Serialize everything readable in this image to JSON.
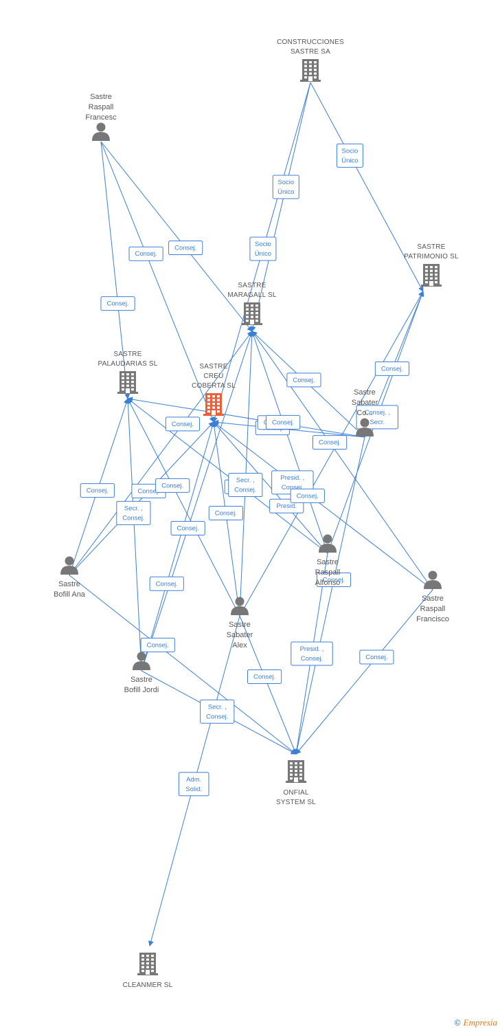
{
  "nodes": [
    {
      "id": "construcciones",
      "kind": "company",
      "lines": [
        "CONSTRUCCIONES",
        "SASTRE SA"
      ],
      "highlight": false
    },
    {
      "id": "patrimonio",
      "kind": "company",
      "lines": [
        "SASTRE",
        "PATRIMONIO SL"
      ],
      "highlight": false
    },
    {
      "id": "maragall",
      "kind": "company",
      "lines": [
        "SASTRE",
        "MARAGALL SL"
      ],
      "highlight": false
    },
    {
      "id": "palaudarias",
      "kind": "company",
      "lines": [
        "SASTRE",
        "PALAUDARIAS SL"
      ],
      "highlight": false
    },
    {
      "id": "creu",
      "kind": "company",
      "lines": [
        "SASTRE",
        "CREU",
        "COBERTA SL"
      ],
      "highlight": true
    },
    {
      "id": "onfial",
      "kind": "company",
      "lines": [
        "ONFIAL",
        "SYSTEM SL"
      ],
      "highlight": false
    },
    {
      "id": "cleanmer",
      "kind": "company",
      "lines": [
        "CLEANMER SL"
      ],
      "highlight": false
    },
    {
      "id": "francesc",
      "kind": "person",
      "lines": [
        "Sastre",
        "Raspall",
        "Francesc"
      ]
    },
    {
      "id": "sabater_co",
      "kind": "person",
      "lines": [
        "Sastre",
        "Sabater",
        "Co..."
      ]
    },
    {
      "id": "alfonso",
      "kind": "person",
      "lines": [
        "Sastre",
        "Raspall",
        "Alfonso"
      ]
    },
    {
      "id": "francisco",
      "kind": "person",
      "lines": [
        "Sastre",
        "Raspall",
        "Francisco"
      ]
    },
    {
      "id": "ana",
      "kind": "person",
      "lines": [
        "Sastre",
        "Bofill Ana"
      ]
    },
    {
      "id": "alex",
      "kind": "person",
      "lines": [
        "Sastre",
        "Sabater",
        "Alex"
      ]
    },
    {
      "id": "jordi",
      "kind": "person",
      "lines": [
        "Sastre",
        "Bofill Jordi"
      ]
    }
  ],
  "edges": [
    {
      "from": "construcciones",
      "to": "patrimonio",
      "lines": [
        "Socio",
        "Único"
      ]
    },
    {
      "from": "construcciones",
      "to": "maragall",
      "lines": [
        "Socio",
        "Único"
      ]
    },
    {
      "from": "construcciones",
      "to": "creu",
      "lines": [
        "Socio",
        "Único"
      ]
    },
    {
      "from": "francesc",
      "to": "maragall",
      "lines": [
        "Consej."
      ]
    },
    {
      "from": "francesc",
      "to": "palaudarias",
      "lines": [
        "Consej."
      ]
    },
    {
      "from": "francesc",
      "to": "creu",
      "lines": [
        "Consej."
      ]
    },
    {
      "from": "sabater_co",
      "to": "patrimonio",
      "lines": [
        "Consej."
      ]
    },
    {
      "from": "sabater_co",
      "to": "maragall",
      "lines": [
        "Consej."
      ]
    },
    {
      "from": "sabater_co",
      "to": "creu",
      "lines": [
        "Consej."
      ]
    },
    {
      "from": "sabater_co",
      "to": "palaudarias",
      "lines": [
        "Consej."
      ]
    },
    {
      "from": "sabater_co",
      "to": "onfial",
      "lines": [
        "Consej."
      ]
    },
    {
      "from": "alfonso",
      "to": "patrimonio",
      "lines": [
        "Consej. ,",
        "Secr."
      ]
    },
    {
      "from": "alfonso",
      "to": "maragall",
      "lines": [
        "Consej."
      ]
    },
    {
      "from": "alfonso",
      "to": "creu",
      "lines": [
        "Presid."
      ]
    },
    {
      "from": "alfonso",
      "to": "palaudarias",
      "lines": [
        "Consej."
      ]
    },
    {
      "from": "alfonso",
      "to": "onfial",
      "lines": [
        "Presid. ,",
        "Consej."
      ]
    },
    {
      "from": "francisco",
      "to": "maragall",
      "lines": [
        "Consej."
      ]
    },
    {
      "from": "francisco",
      "to": "creu",
      "lines": [
        "Presid. ,",
        "Consej."
      ]
    },
    {
      "from": "francisco",
      "to": "onfial",
      "lines": [
        "Consej."
      ]
    },
    {
      "from": "ana",
      "to": "palaudarias",
      "lines": [
        "Consej."
      ]
    },
    {
      "from": "ana",
      "to": "creu",
      "lines": [
        "Consej."
      ]
    },
    {
      "from": "ana",
      "to": "maragall",
      "lines": [
        "Consej."
      ]
    },
    {
      "from": "ana",
      "to": "onfial",
      "lines": [
        "Consej."
      ]
    },
    {
      "from": "alex",
      "to": "maragall",
      "lines": [
        "Secr. ,",
        "Consej."
      ]
    },
    {
      "from": "alex",
      "to": "creu",
      "lines": [
        "Consej."
      ]
    },
    {
      "from": "alex",
      "to": "palaudarias",
      "lines": [
        "Consej."
      ]
    },
    {
      "from": "alex",
      "to": "patrimonio",
      "lines": [
        "Consej."
      ]
    },
    {
      "from": "alex",
      "to": "onfial",
      "lines": [
        "Consej."
      ]
    },
    {
      "from": "alex",
      "to": "cleanmer",
      "lines": [
        "Adm.",
        "Solid."
      ]
    },
    {
      "from": "jordi",
      "to": "palaudarias",
      "lines": [
        "Secr. ,",
        "Consej."
      ]
    },
    {
      "from": "jordi",
      "to": "creu",
      "lines": [
        "Consej."
      ]
    },
    {
      "from": "jordi",
      "to": "maragall",
      "lines": [
        "Consej."
      ]
    },
    {
      "from": "jordi",
      "to": "onfial",
      "lines": [
        "Secr. ,",
        "Consej."
      ]
    }
  ],
  "footer": {
    "copyright": "©",
    "brand": "Empresia"
  },
  "colors": {
    "edge": "#3b7fd6",
    "company": "#777777",
    "highlight": "#e8603c",
    "person": "#777777"
  }
}
